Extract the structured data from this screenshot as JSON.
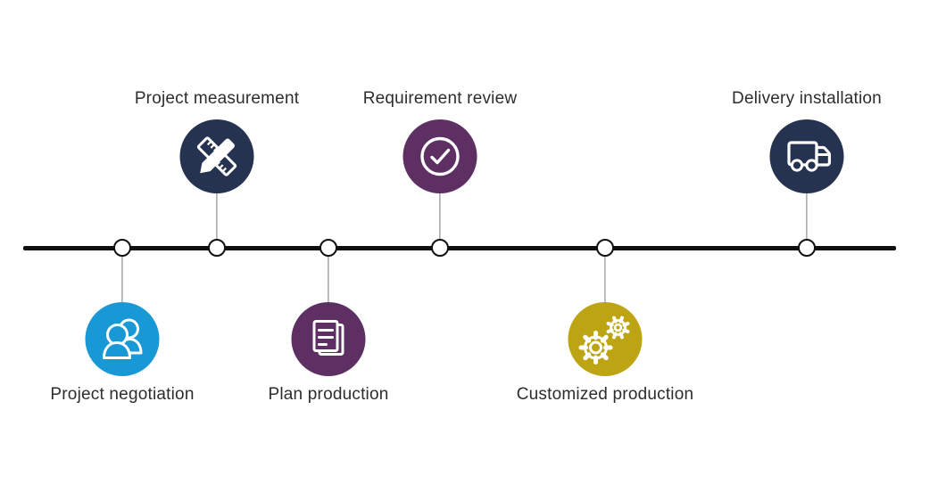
{
  "timeline": {
    "line_color": "#0f0f0f",
    "connector_color": "#7a7a7a",
    "node_fill": "#ffffff",
    "node_border": "#111111",
    "label_color": "#2d2d2d"
  },
  "steps": [
    {
      "label": "Project negotiation",
      "icon": "people-icon",
      "color": "#1899d6",
      "position": "below"
    },
    {
      "label": "Project measurement",
      "icon": "ruler-pencil-icon",
      "color": "#253351",
      "position": "above"
    },
    {
      "label": "Plan production",
      "icon": "document-icon",
      "color": "#5d2f62",
      "position": "below"
    },
    {
      "label": "Requirement review",
      "icon": "check-circle-icon",
      "color": "#5d2f62",
      "position": "above"
    },
    {
      "label": "Customized production",
      "icon": "gears-icon",
      "color": "#bca412",
      "position": "below"
    },
    {
      "label": "Delivery installation",
      "icon": "truck-icon",
      "color": "#253351",
      "position": "above"
    }
  ]
}
